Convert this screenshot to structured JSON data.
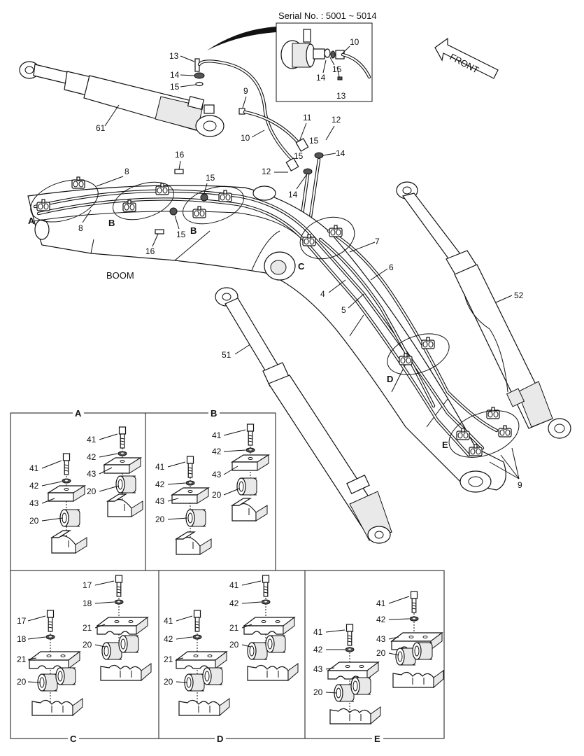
{
  "serial_note": "Serial No. : 5001 ~ 5014",
  "front_label": "FRONT",
  "boom_label": "BOOM",
  "part_labels": {
    "p61": "61",
    "p13a": "13",
    "p14a": "14",
    "p15a": "15",
    "p9": "9",
    "p10": "10",
    "p11": "11",
    "p12a": "12",
    "p15b": "15",
    "p14b": "14",
    "p15c": "15",
    "p12b": "12",
    "p14c": "14",
    "p16a": "16",
    "p15d": "15",
    "p8a": "8",
    "p8b": "8",
    "p15e": "15",
    "p16b": "16",
    "p7": "7",
    "p6": "6",
    "p4": "4",
    "p5": "5",
    "p52": "52",
    "p51": "51",
    "p9b": "9",
    "in10": "10",
    "in15": "15",
    "in14": "14",
    "in13": "13"
  },
  "callouts": {
    "A": "A",
    "B1": "B",
    "B2": "B",
    "C": "C",
    "D": "D",
    "E": "E"
  },
  "details": {
    "A": {
      "title": "A",
      "bolt": "41",
      "washer": "42",
      "cap": "43",
      "grommet": "20"
    },
    "B": {
      "title": "B",
      "bolt": "41",
      "washer": "42",
      "cap": "43",
      "grommet": "20"
    },
    "C": {
      "title": "C",
      "bolt": "17",
      "washer": "18",
      "cap": "21",
      "grommet": "20"
    },
    "D": {
      "title": "D",
      "bolt": "41",
      "washer": "42",
      "cap": "21",
      "grommet": "20"
    },
    "E": {
      "title": "E",
      "bolt": "41",
      "washer": "42",
      "cap": "43",
      "grommet": "20"
    }
  }
}
